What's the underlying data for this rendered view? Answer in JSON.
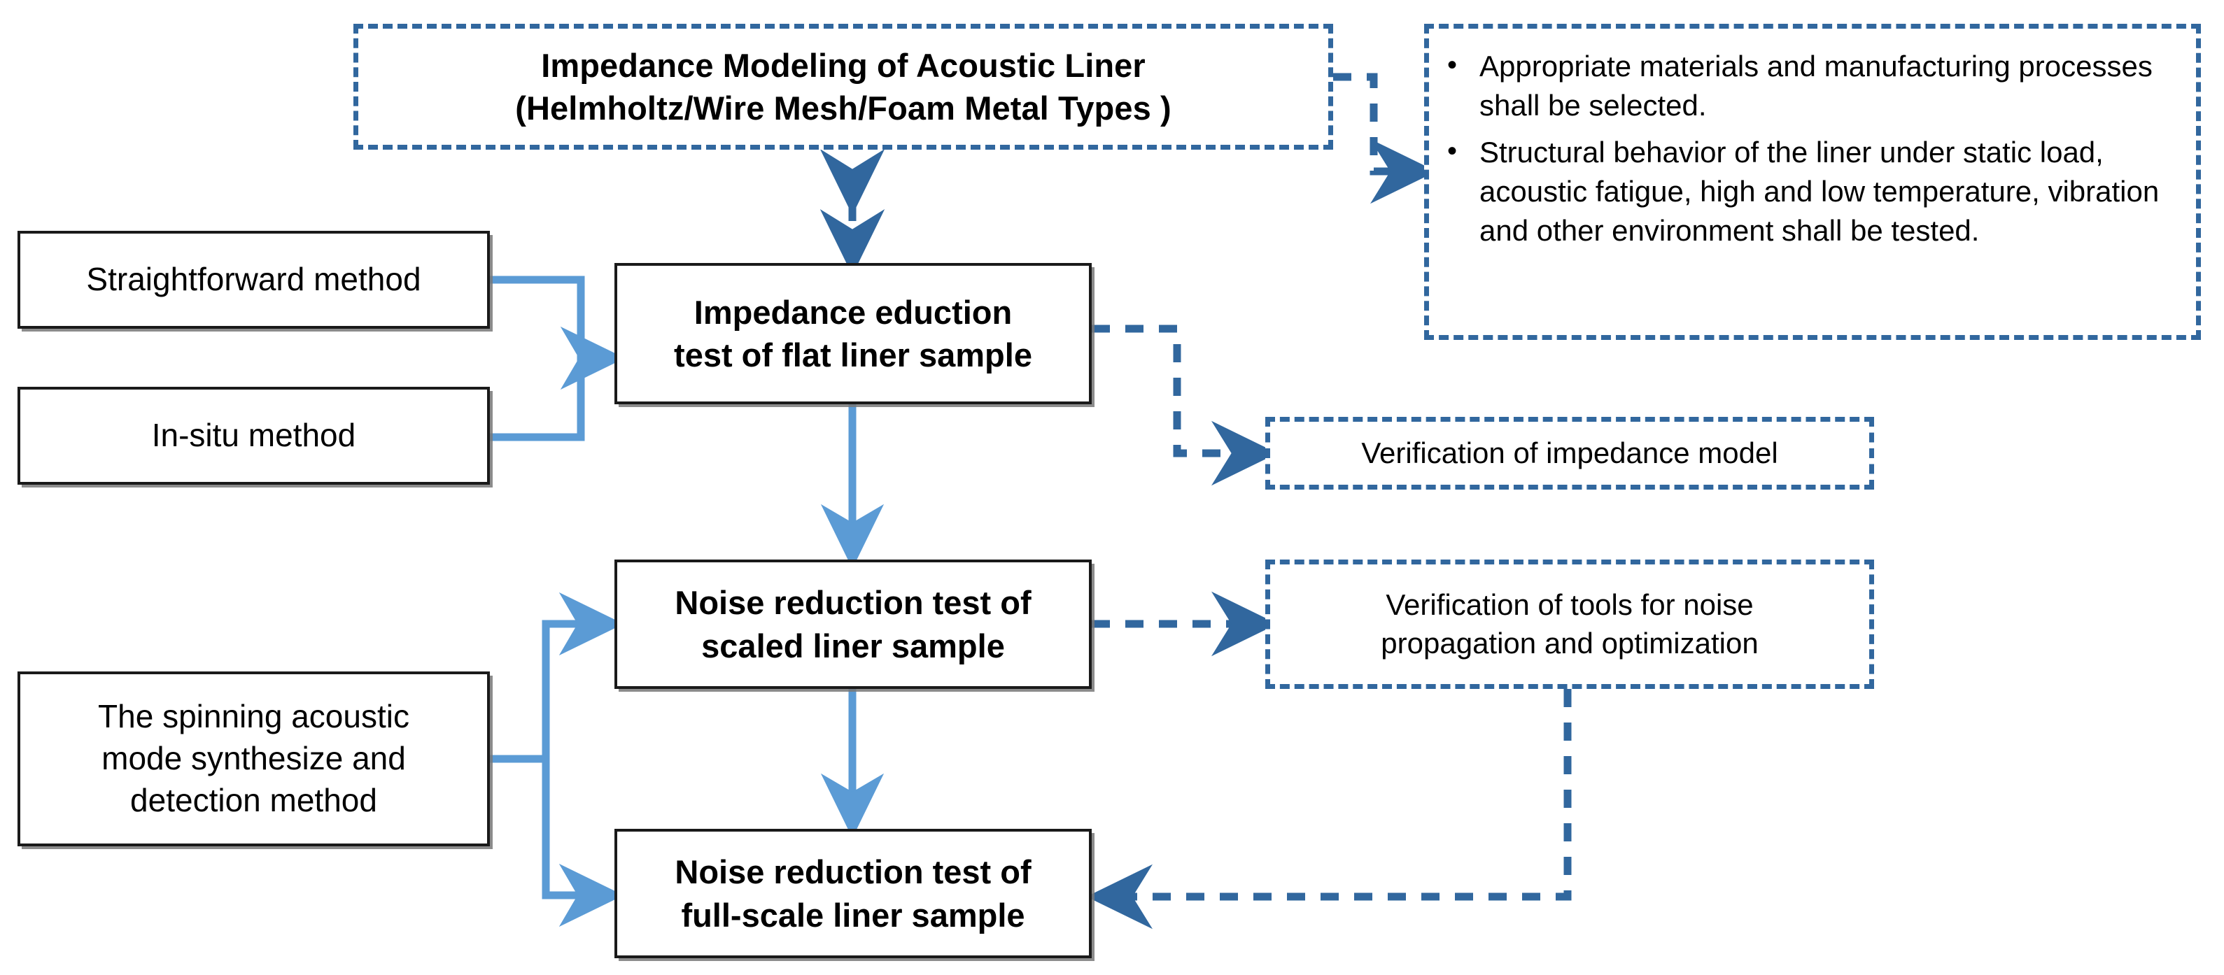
{
  "diagram": {
    "title_box": {
      "line1": "Impedance Modeling of Acoustic Liner",
      "line2": "(Helmholtz/Wire Mesh/Foam Metal Types )"
    },
    "requirements_box": {
      "bullet_glyph": "•",
      "items": [
        "Appropriate materials and manufacturing processes shall be selected.",
        "Structural behavior of the liner under static load, acoustic fatigue, high and low temperature, vibration and other environment shall be tested."
      ]
    },
    "methods": {
      "straightforward": "Straightforward method",
      "in_situ": "In-situ method",
      "spinning_mode": "The spinning acoustic\nmode synthesize and\ndetection method"
    },
    "processes": {
      "impedance_eduction": "Impedance eduction\ntest of flat  liner sample",
      "scaled_noise_reduction": "Noise reduction test of\nscaled liner sample",
      "fullscale_noise_reduction": "Noise reduction test of\nfull-scale liner sample"
    },
    "verifications": {
      "impedance_model": "Verification of impedance  model",
      "tools": "Verification of tools for noise\npropagation and  optimization"
    },
    "colors": {
      "solid_arrow": "#5B9BD5",
      "dashed_line": "#31679E",
      "box_border": "#1a1a1a",
      "text": "#000000",
      "background": "#ffffff"
    }
  }
}
